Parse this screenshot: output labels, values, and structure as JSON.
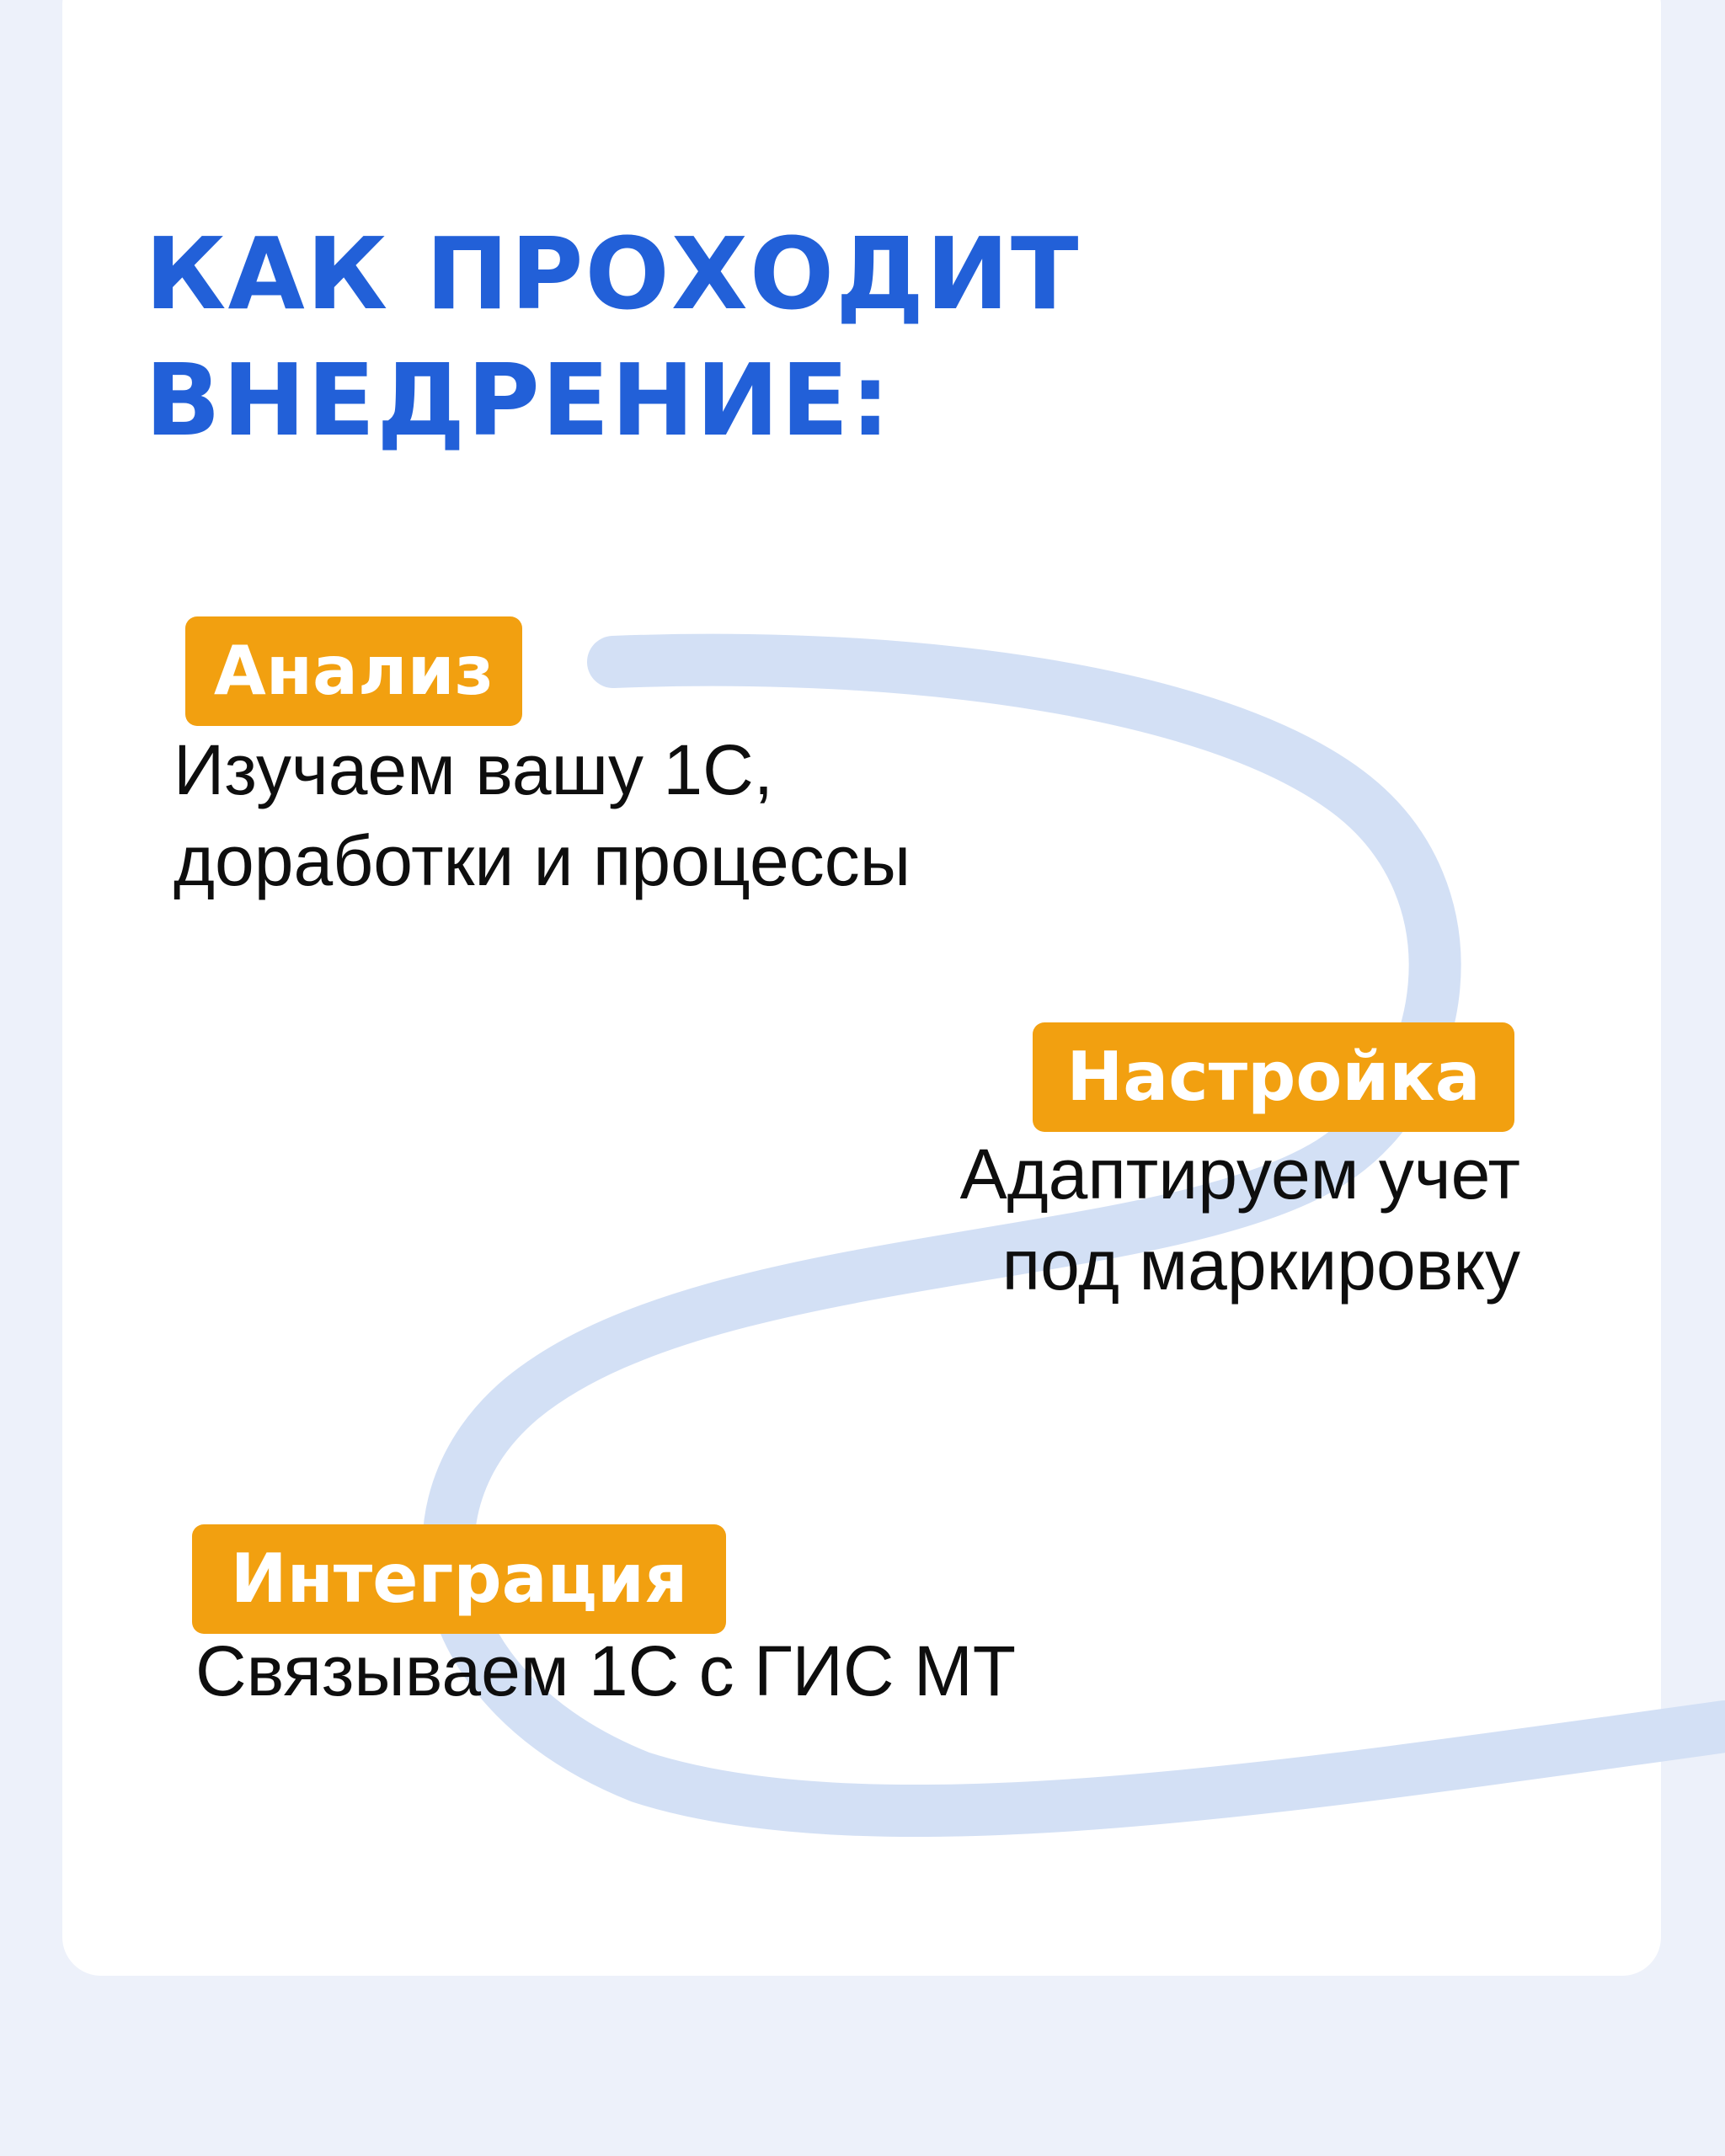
{
  "title": {
    "line1": "КАК ПРОХОДИТ",
    "line2": "ВНЕДРЕНИЕ:"
  },
  "steps": [
    {
      "badge": "Анализ",
      "description": [
        "Изучаем вашу 1С,",
        "доработки и процессы"
      ]
    },
    {
      "badge": "Настройка",
      "description": [
        "Адаптируем учет",
        "под маркировку"
      ]
    },
    {
      "badge": "Интеграция",
      "description": [
        "Связываем 1С с ГИС МТ"
      ]
    }
  ],
  "colors": {
    "background": "#EDF1FA",
    "card": "#FFFFFF",
    "title": "#2260D8",
    "badge": "#F2A010",
    "badge_text": "#FFFFFF",
    "body_text": "#0E0E0E",
    "ribbon": "#D3E0F5"
  }
}
